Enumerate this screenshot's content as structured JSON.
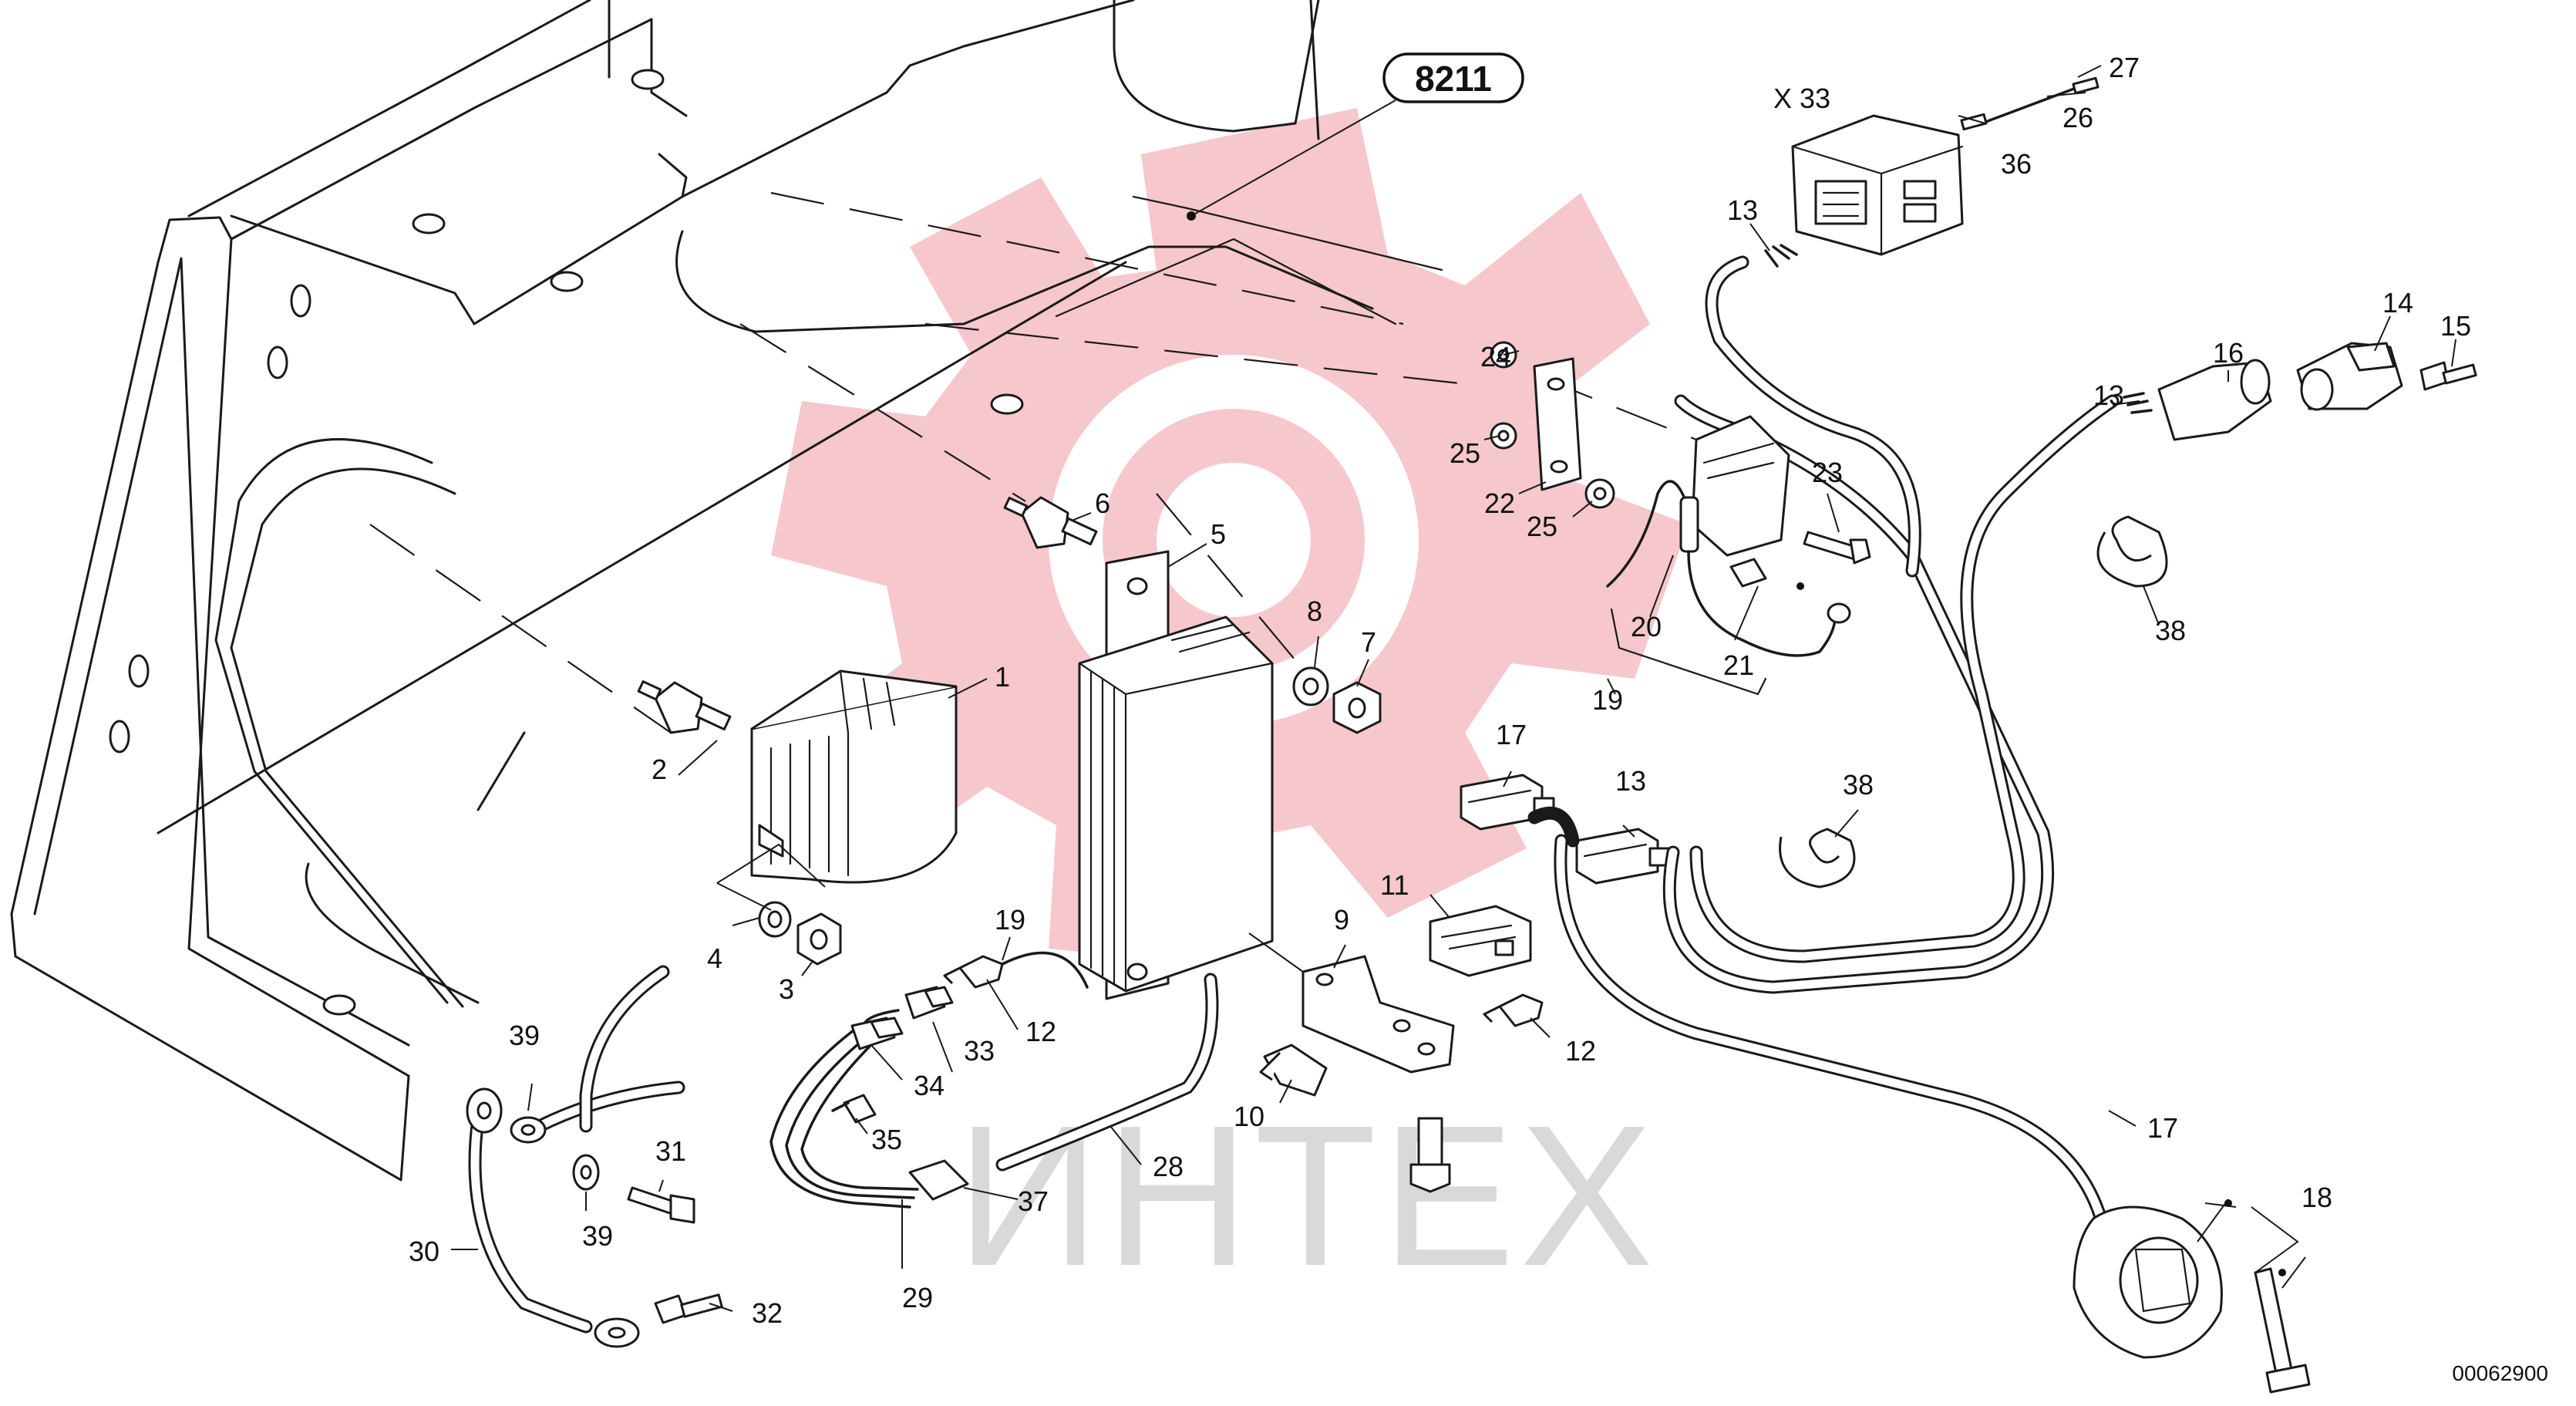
{
  "reference_badge": "8211",
  "connector_label": "X 33",
  "watermark_text": "ИНТЕХ",
  "drawing_number": "00062900",
  "colors": {
    "watermark": "#f6c7cc",
    "lines": "#1a1a1a",
    "watermark_text": "#d9d9d9"
  },
  "callouts": {
    "c1": "1",
    "c2": "2",
    "c3": "3",
    "c4": "4",
    "c5": "5",
    "c6": "6",
    "c7": "7",
    "c8": "8",
    "c9": "9",
    "c10": "10",
    "c11": "11",
    "c12a": "12",
    "c12b": "12",
    "c13a": "13",
    "c13b": "13",
    "c13c": "13",
    "c14": "14",
    "c15": "15",
    "c16": "16",
    "c17a": "17",
    "c17b": "17",
    "c18": "18",
    "c19a": "19",
    "c19b": "19",
    "c20": "20",
    "c21": "21",
    "c22": "22",
    "c23": "23",
    "c24": "24",
    "c25a": "25",
    "c25b": "25",
    "c26": "26",
    "c27": "27",
    "c28": "28",
    "c29": "29",
    "c30": "30",
    "c31": "31",
    "c32": "32",
    "c33": "33",
    "c34": "34",
    "c35": "35",
    "c36": "36",
    "c37": "37",
    "c38a": "38",
    "c38b": "38",
    "c39a": "39",
    "c39b": "39"
  }
}
